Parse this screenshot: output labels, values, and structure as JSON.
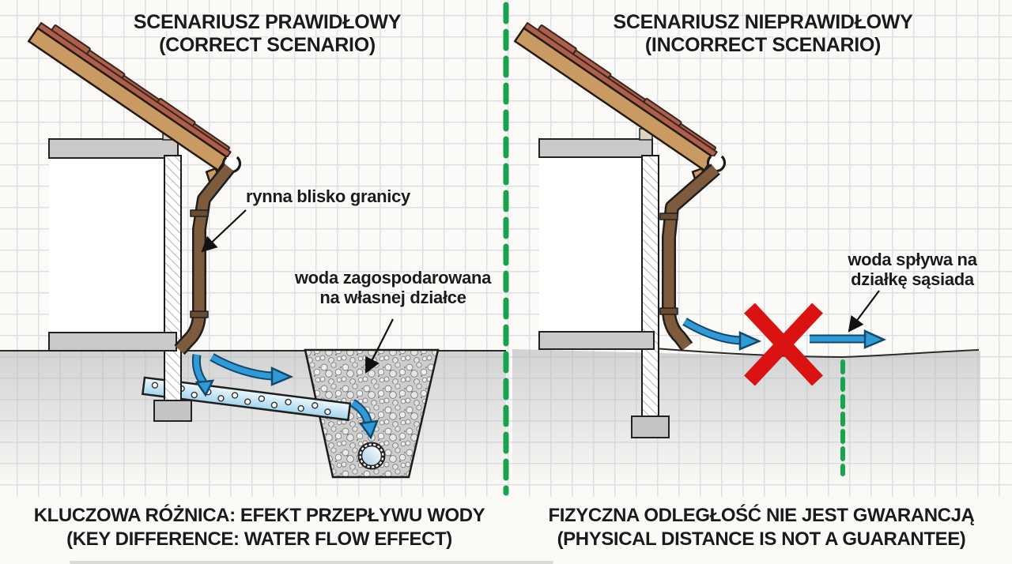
{
  "left": {
    "title1": "SCENARIUSZ PRAWIDŁOWY",
    "title2": "(CORRECT SCENARIO)",
    "label_gutter": "rynna blisko granicy",
    "label_water1": "woda zagospodarowana",
    "label_water2": "na własnej działce",
    "caption1": "KLUCZOWA RÓŻNICA: EFEKT PRZEPŁYWU WODY",
    "caption2": "(KEY DIFFERENCE: WATER FLOW EFFECT)"
  },
  "right": {
    "title1": "SCENARIUSZ NIEPRAWIDŁOWY",
    "title2": "(INCORRECT SCENARIO)",
    "label_water1": "woda spływa na",
    "label_water2": "działkę sąsiada",
    "caption1": "FIZYCZNA ODLEGŁOŚĆ NIE JEST GWARANCJĄ",
    "caption2": "(PHYSICAL DISTANCE IS NOT A GUARANTEE)"
  },
  "colors": {
    "boundary_green": "#18a34f",
    "error_red": "#da1212",
    "water_blue": "#2e9bd8",
    "water_blue_outline": "#14486b",
    "roof_tan": "#c99a62",
    "tile_red": "#ae5f4b",
    "pipe_brown": "#7d5b3c",
    "concrete_gray": "#c9c9c9"
  }
}
